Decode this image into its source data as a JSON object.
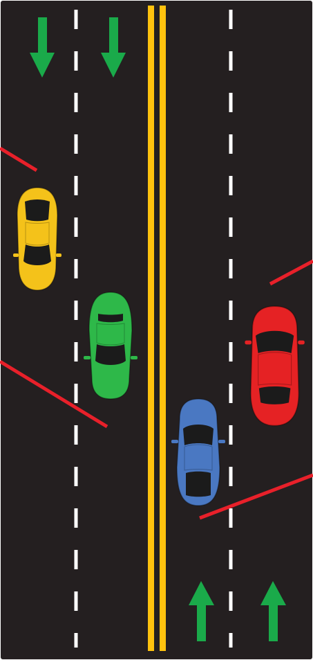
{
  "scene": {
    "background_color": "#241f20",
    "border_color": "#ffffff",
    "lane_marking_color": "#ffffff",
    "center_line_color": "#ffc20e",
    "arrow_color": "#1aaa4a",
    "leader_line_color": "#e8202a"
  },
  "traffic_directions": [
    {
      "lanes": "left",
      "direction": "down",
      "arrow_icon": "arrow-down-icon"
    },
    {
      "lanes": "right",
      "direction": "up",
      "arrow_icon": "arrow-up-icon"
    }
  ],
  "vehicles": [
    {
      "name": "yellow-car",
      "color": "#f4c21a",
      "lane": "left-1",
      "facing": "down"
    },
    {
      "name": "green-car",
      "color": "#2eb849",
      "lane": "left-2",
      "facing": "down"
    },
    {
      "name": "blue-car",
      "color": "#4a78c2",
      "lane": "right-1",
      "facing": "up"
    },
    {
      "name": "red-car",
      "color": "#e52224",
      "lane": "right-2",
      "facing": "up"
    }
  ]
}
